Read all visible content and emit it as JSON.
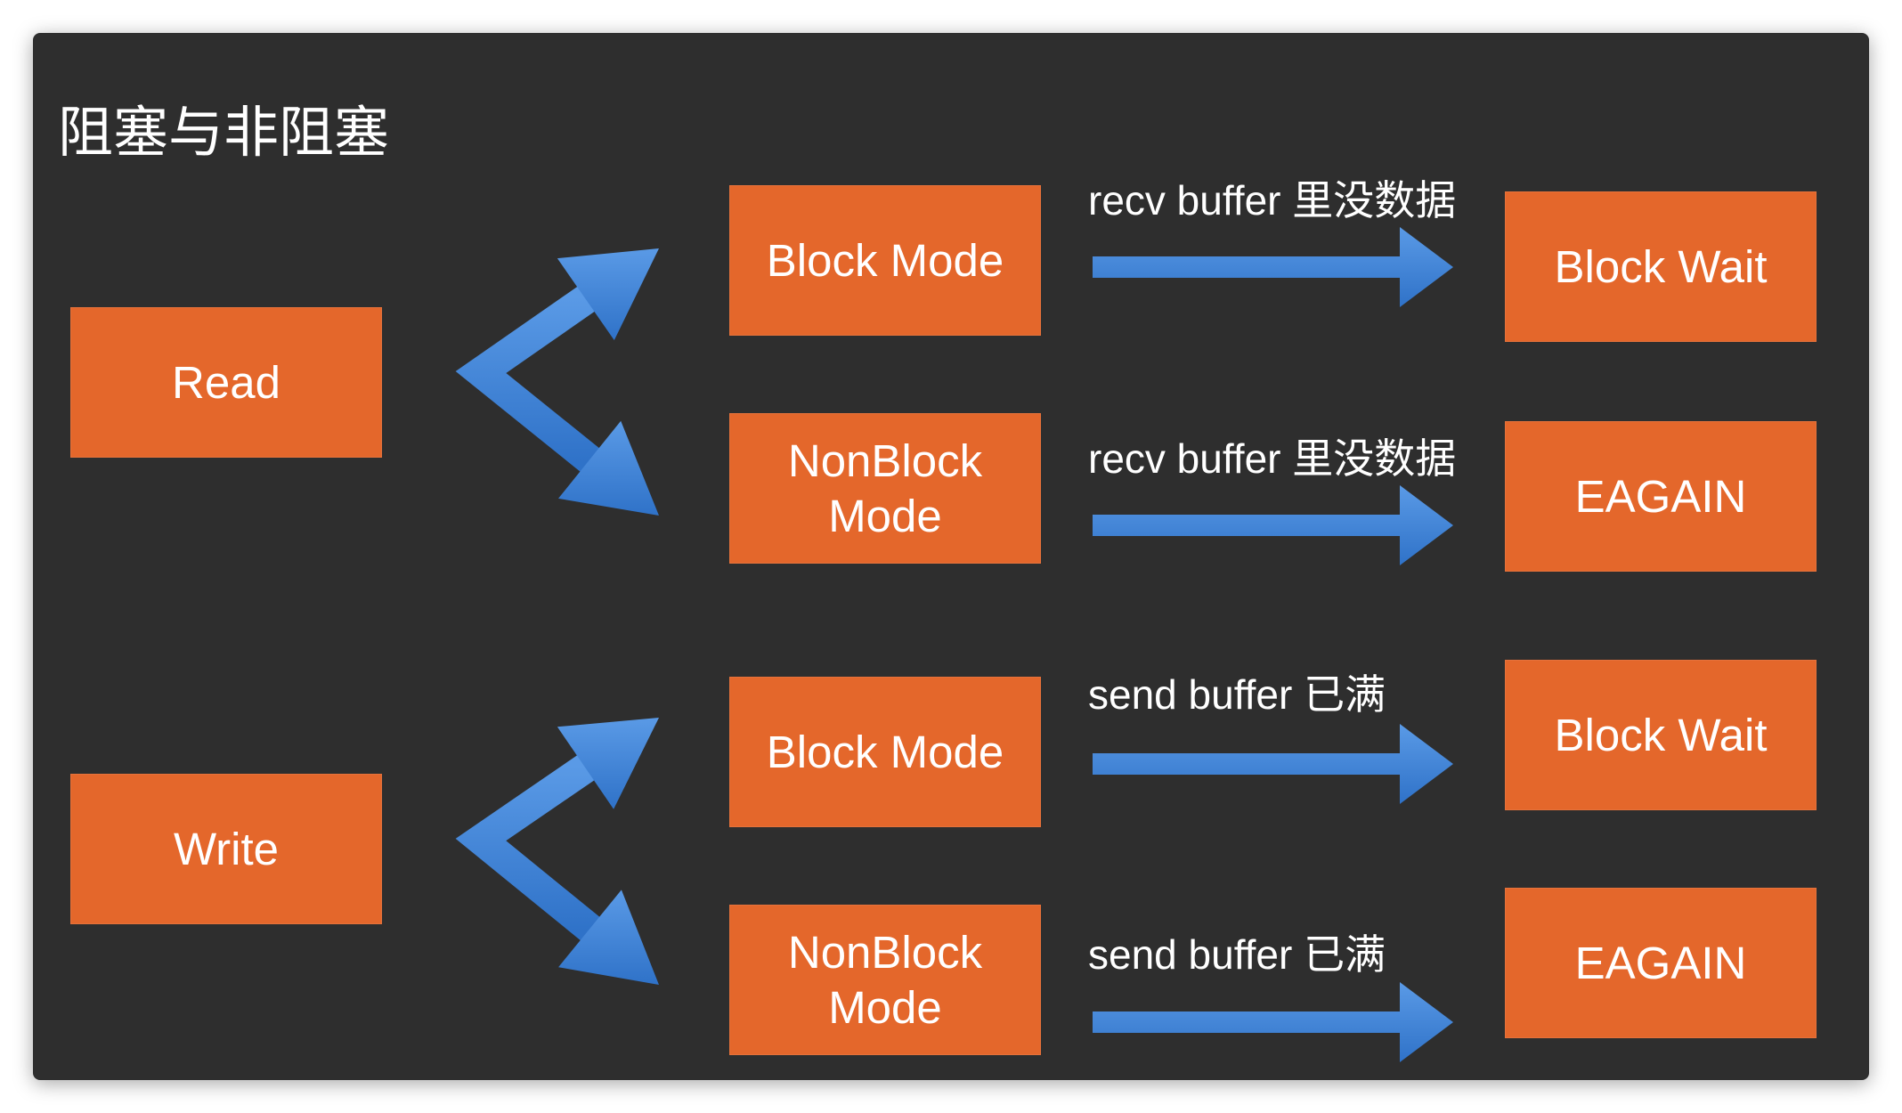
{
  "title": "阻塞与非阻塞",
  "colors": {
    "panel": "#2e2e2e",
    "box": "#e4672b",
    "arrow": "#3f86dc",
    "text": "#ffffff"
  },
  "groups": [
    {
      "source": "Read",
      "branches": [
        {
          "mode": "Block Mode",
          "condition": "recv buffer 里没数据",
          "result": "Block Wait"
        },
        {
          "mode": "NonBlock Mode",
          "condition": "recv buffer 里没数据",
          "result": "EAGAIN"
        }
      ]
    },
    {
      "source": "Write",
      "branches": [
        {
          "mode": "Block Mode",
          "condition": "send buffer 已满",
          "result": "Block Wait"
        },
        {
          "mode": "NonBlock Mode",
          "condition": "send buffer 已满",
          "result": "EAGAIN"
        }
      ]
    }
  ]
}
